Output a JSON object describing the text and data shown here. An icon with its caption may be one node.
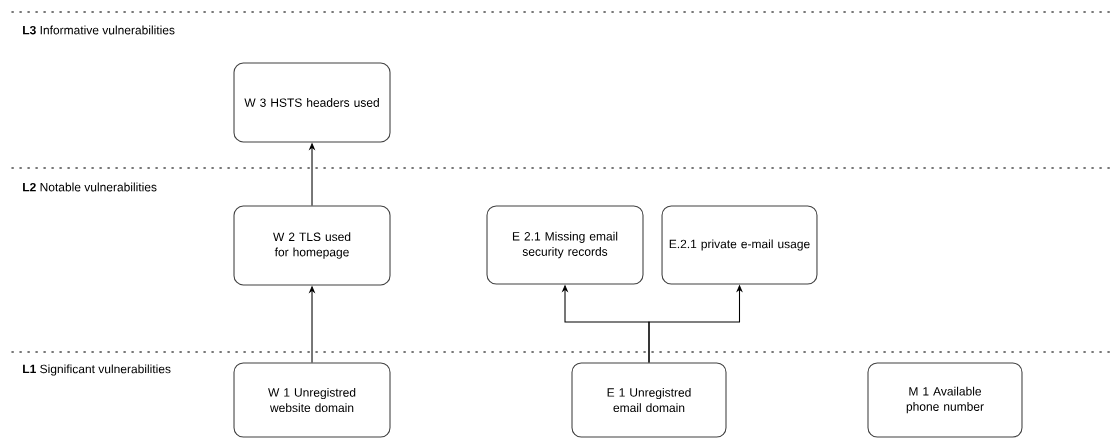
{
  "diagram": {
    "nodes": [
      {
        "text": [
          "W 3 HSTS headers used"
        ]
      },
      {
        "text": [
          "W 2 TLS used for homepage"
        ]
      },
      {
        "text": [
          "E 2.1 Missing email security records"
        ]
      },
      {
        "text": [
          "E.2.1 private e-mail usage"
        ]
      },
      {
        "text": [
          "W 1 Unregistred website domain"
        ]
      },
      {
        "text": [
          "E 1 Unregistred email domain"
        ]
      },
      {
        "text": [
          "M 1 Available phone number"
        ]
      }
    ],
    "edges": [
      {
        "from": 4,
        "to": 1,
        "arrow": "to"
      },
      {
        "from": 1,
        "to": 0,
        "arrow": "to"
      },
      {
        "from": 5,
        "to": 2,
        "arrow": "to"
      },
      {
        "from": 5,
        "to": 3,
        "arrow": "to"
      }
    ],
    "labels": [
      "**L3** Informative vulnerabilities",
      "**L2** Notable vulnerabilities",
      "**L1** Significant vulnerabilities"
    ]
  }
}
